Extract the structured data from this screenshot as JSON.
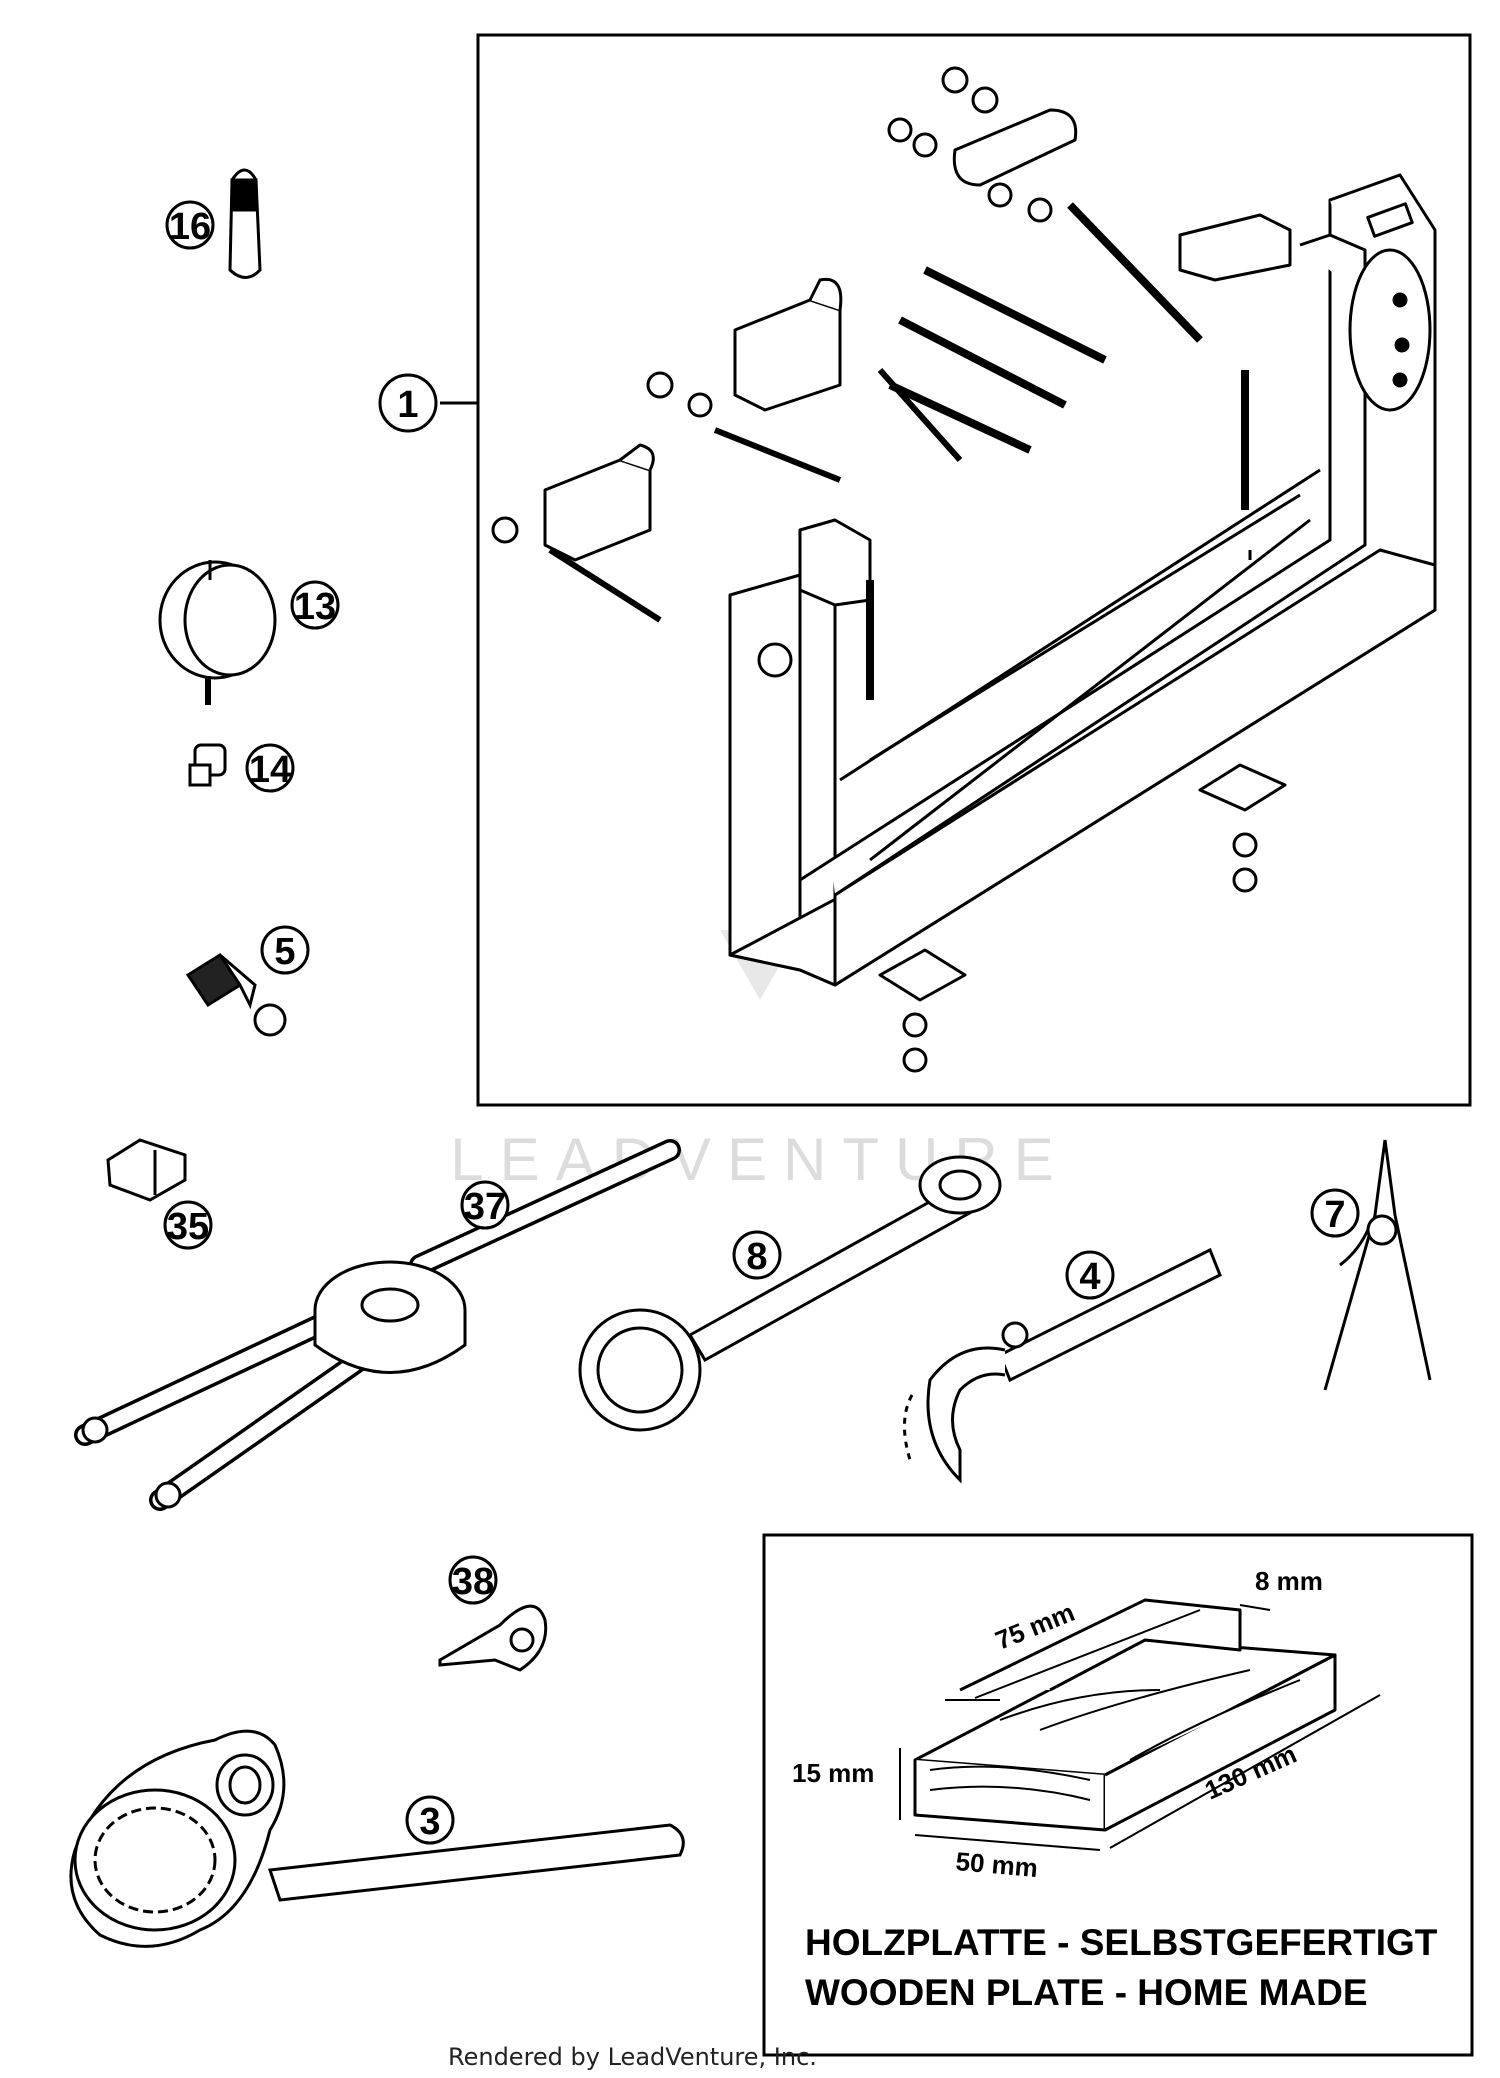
{
  "callouts": [
    {
      "label": "16"
    },
    {
      "label": "1"
    },
    {
      "label": "13"
    },
    {
      "label": "14"
    },
    {
      "label": "5"
    },
    {
      "label": "35"
    },
    {
      "label": "37"
    },
    {
      "label": "8"
    },
    {
      "label": "4"
    },
    {
      "label": "7"
    },
    {
      "label": "38"
    },
    {
      "label": "3"
    }
  ],
  "inset": {
    "dimensions": {
      "width_top": "8 mm",
      "length_top": "75 mm",
      "height": "15 mm",
      "length": "130 mm",
      "width": "50 mm"
    },
    "caption_de": "HOLZPLATTE - SELBSTGEFERTIGT",
    "caption_en": "WOODEN PLATE - HOME MADE"
  },
  "watermark": "LEADVENTURE",
  "credit": "Rendered by LeadVenture, Inc."
}
